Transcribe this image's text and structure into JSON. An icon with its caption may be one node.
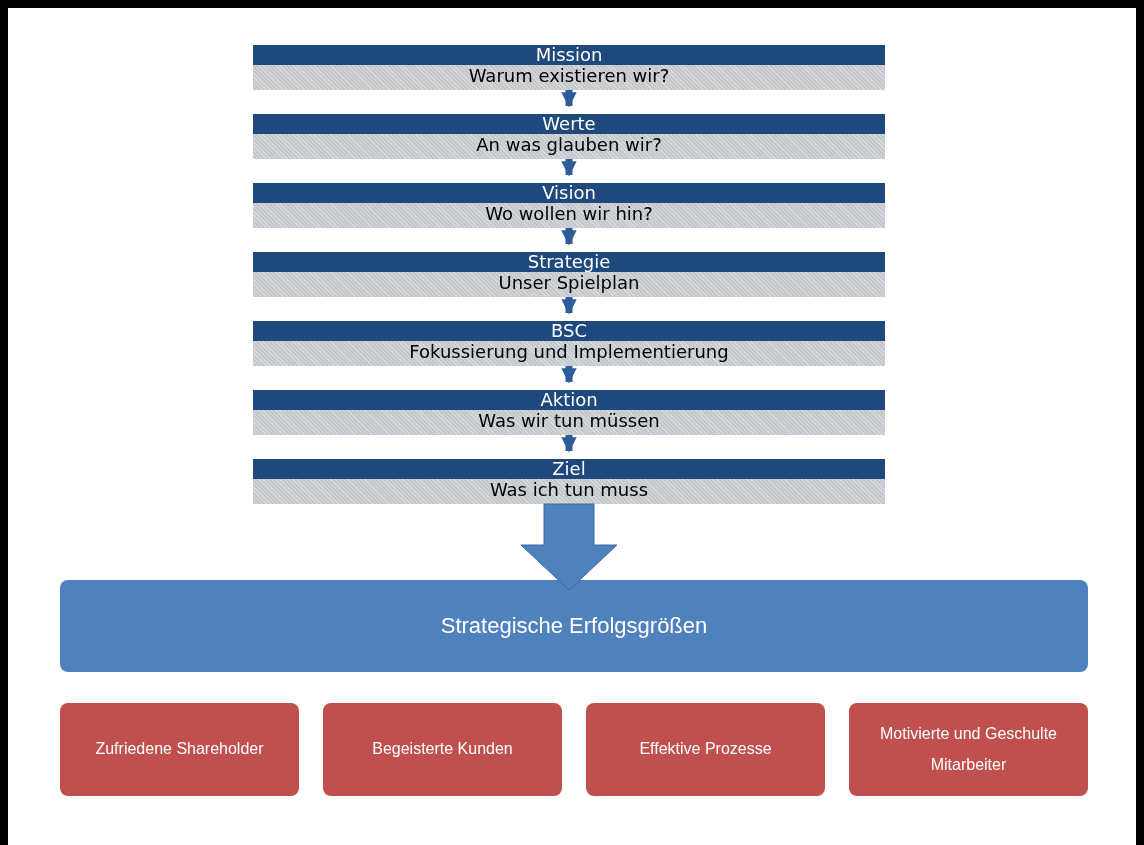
{
  "diagram": {
    "nodes": [
      {
        "text": [
          "Mission",
          "Warum existieren wir?"
        ]
      },
      {
        "text": [
          "Werte",
          "An was glauben wir?"
        ]
      },
      {
        "text": [
          "Vision",
          "Wo wollen wir hin?"
        ]
      },
      {
        "text": [
          "Strategie",
          "Unser Spielplan"
        ]
      },
      {
        "text": [
          "BSC",
          "Fokussierung und Implementierung"
        ]
      },
      {
        "text": [
          "Aktion",
          "Was wir tun müssen"
        ]
      },
      {
        "text": [
          "Ziel",
          "Was ich tun muss"
        ]
      },
      {
        "text": [
          "Strategische Erfolgsgrößen"
        ]
      },
      {
        "text": [
          "Zufriedene Shareholder"
        ]
      },
      {
        "text": [
          "Begeisterte Kunden"
        ]
      },
      {
        "text": [
          "Effektive Prozesse"
        ]
      },
      {
        "text": [
          "Motivierte und Geschulte Mitarbeiter"
        ]
      }
    ],
    "edges": [
      {
        "from": 0,
        "to": 1,
        "arrow": "to"
      },
      {
        "from": 1,
        "to": 2,
        "arrow": "to"
      },
      {
        "from": 2,
        "to": 3,
        "arrow": "to"
      },
      {
        "from": 3,
        "to": 4,
        "arrow": "to"
      },
      {
        "from": 4,
        "to": 5,
        "arrow": "to"
      },
      {
        "from": 5,
        "to": 6,
        "arrow": "to"
      },
      {
        "from": 6,
        "to": 7,
        "arrow": "to",
        "style": "thick"
      }
    ]
  }
}
